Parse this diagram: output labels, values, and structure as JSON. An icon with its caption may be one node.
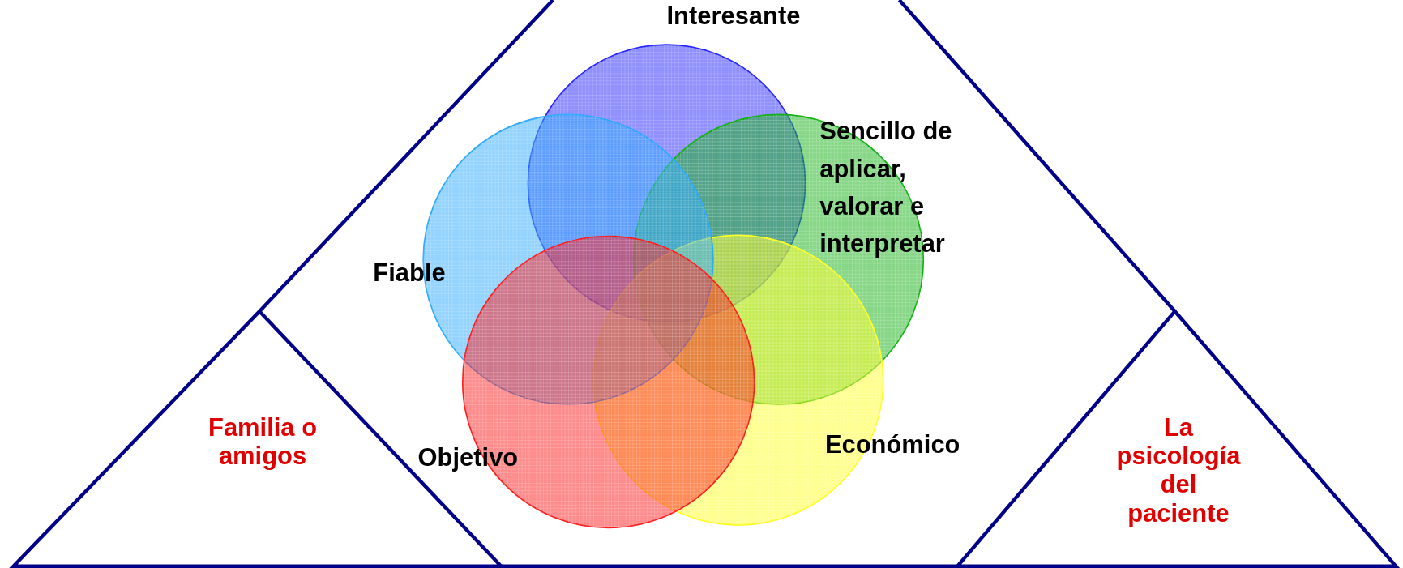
{
  "diagram": {
    "nodes": [
      {
        "text": [
          "Familia o amigos"
        ]
      },
      {
        "text": [
          "La psicología del paciente"
        ]
      },
      {
        "text": [
          "Interesante"
        ]
      },
      {
        "text": [
          "Sencillo de aplicar, valorar e interpretar"
        ]
      },
      {
        "text": [
          "Económico"
        ]
      },
      {
        "text": [
          "Fiable"
        ]
      },
      {
        "text": [
          "Objetivo"
        ]
      }
    ],
    "edges": []
  }
}
